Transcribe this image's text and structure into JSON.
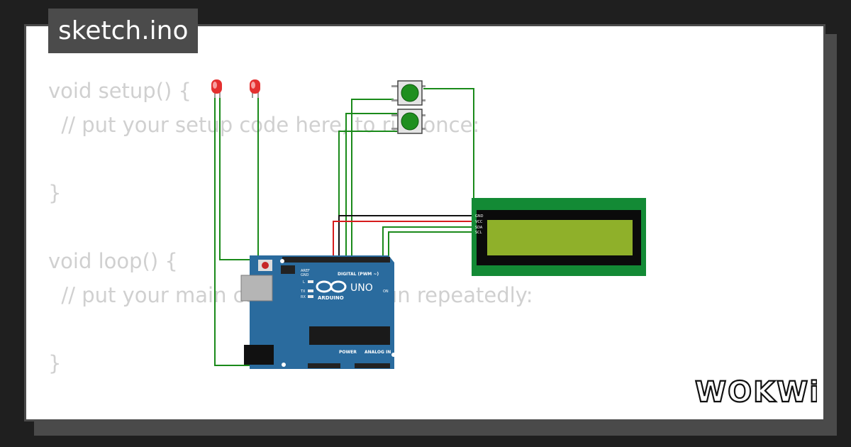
{
  "tab": {
    "title": "sketch.ino"
  },
  "code": {
    "lines": [
      "void setup() {",
      "  // put your setup code here, to run once:",
      "",
      "}",
      "",
      "void loop() {",
      "  // put your main code here, to run repeatedly:",
      "",
      "}"
    ]
  },
  "board": {
    "brand": "ARDUINO",
    "model": "UNO",
    "digital_label": "DIGITAL (PWM ~)",
    "power_label": "POWER",
    "analog_label": "ANALOG IN",
    "aref_label": "AREF",
    "gnd_label": "GND",
    "on_label": "ON",
    "l_label": "L",
    "tx_label": "TX",
    "rx_label": "RX"
  },
  "lcd": {
    "pins": [
      "GND",
      "VCC",
      "SDA",
      "SCL"
    ]
  },
  "colors": {
    "board": "#2a6b9e",
    "lcd_pcb": "#138a35",
    "lcd_screen": "#8fb02a",
    "wire_green": "#1a8a1a",
    "wire_red": "#d61c1c",
    "wire_black": "#111111",
    "led": "#e43030",
    "button": "#1f8f1f"
  },
  "icons": [
    "led-icon",
    "pushbutton-icon",
    "wokwi-logo"
  ],
  "logo": {
    "text": "WOKWi"
  }
}
